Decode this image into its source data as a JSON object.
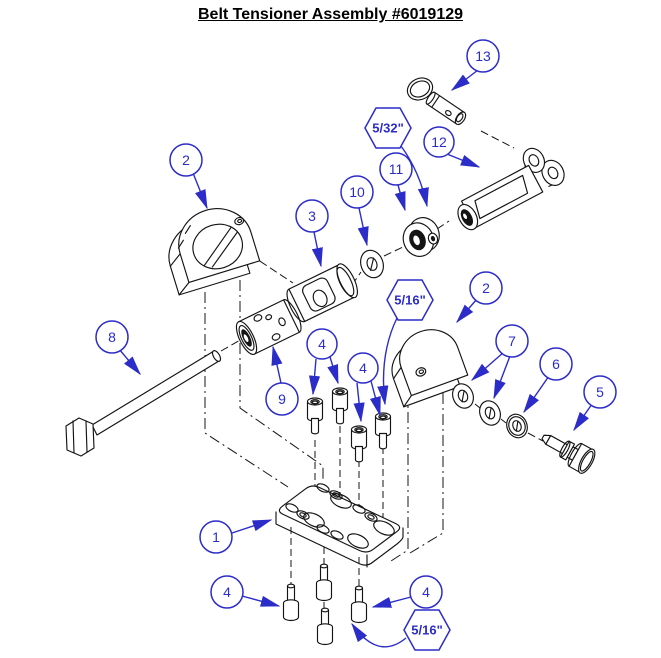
{
  "title": "Belt Tensioner Assembly #6019129",
  "colors": {
    "callout_blue": "#2c2cc9",
    "line_black": "#141414",
    "background": "#ffffff"
  },
  "callouts": {
    "c1": "1",
    "c2_left": "2",
    "c2_right": "2",
    "c3": "3",
    "c4_top_left": "4",
    "c4_top_right": "4",
    "c4_bottom_left": "4",
    "c4_bottom_right": "4",
    "c5": "5",
    "c6": "6",
    "c7": "7",
    "c8": "8",
    "c9": "9",
    "c10": "10",
    "c11": "11",
    "c12": "12",
    "c13": "13"
  },
  "size_labels": {
    "hex_5_32": "5/32\"",
    "hex_5_16_upper": "5/16\"",
    "hex_5_16_lower": "5/16\""
  }
}
